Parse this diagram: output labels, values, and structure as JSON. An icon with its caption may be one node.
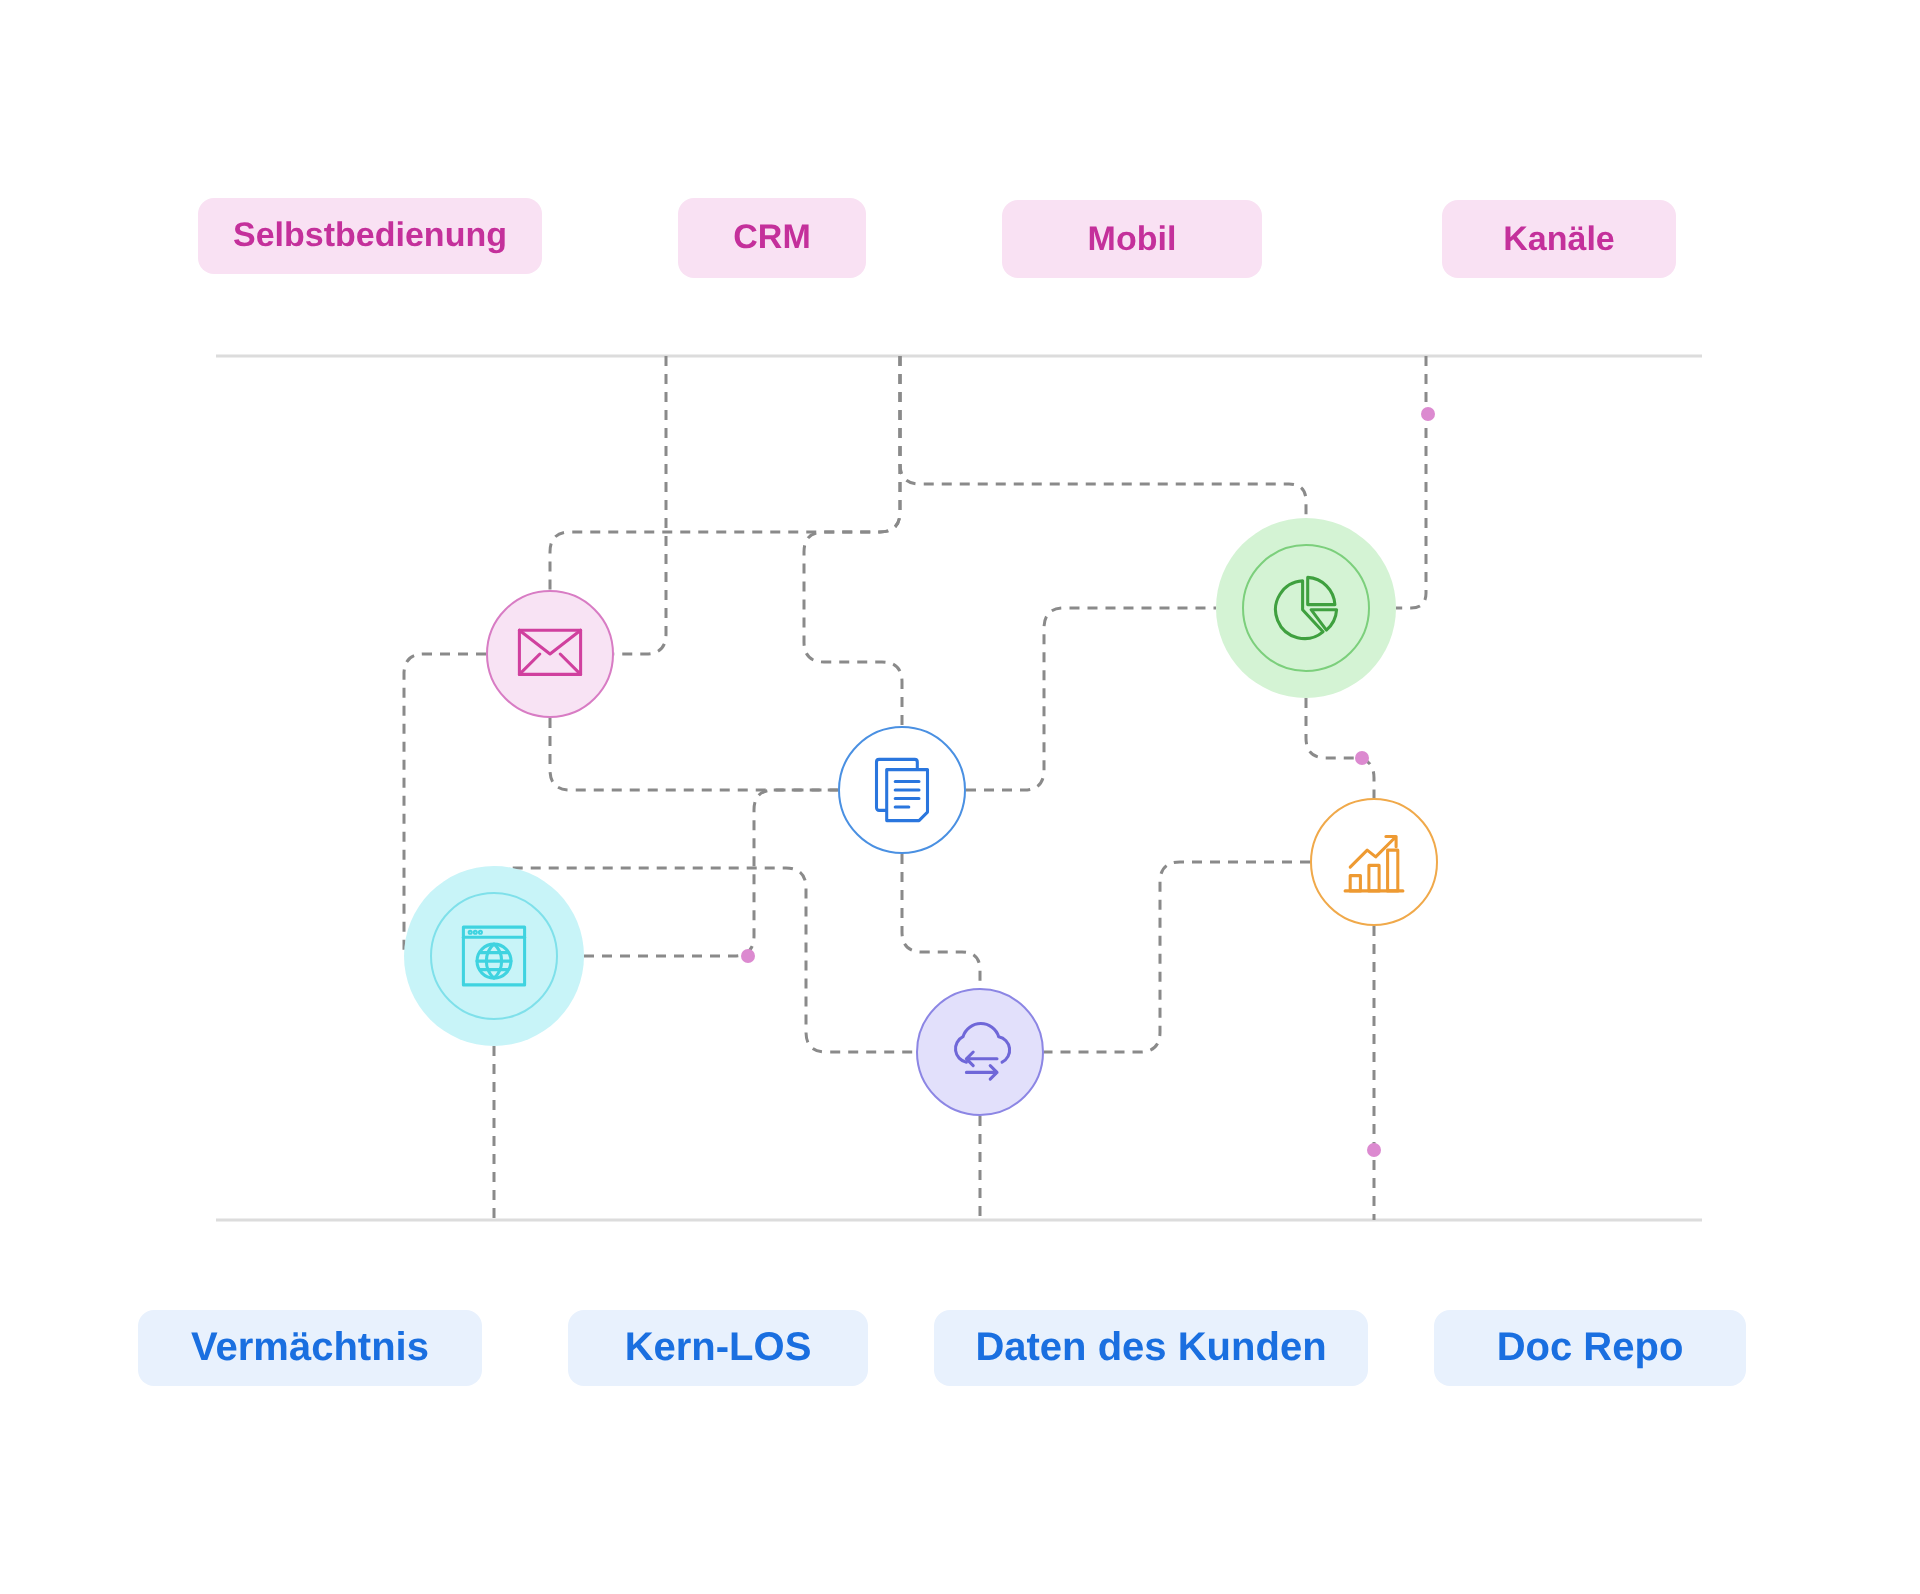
{
  "diagram": {
    "nodes": [
      {
        "text": [
          "Selbstbedienung"
        ]
      },
      {
        "text": [
          "CRM"
        ]
      },
      {
        "text": [
          "Mobil"
        ]
      },
      {
        "text": [
          "Kanäle"
        ]
      },
      {
        "text": [],
        "shape": "circle"
      },
      {
        "text": [],
        "shape": "circle"
      },
      {
        "text": [],
        "shape": "circle"
      },
      {
        "text": [],
        "shape": "circle"
      },
      {
        "text": [],
        "shape": "circle"
      },
      {
        "text": [],
        "shape": "circle"
      },
      {
        "text": [
          "Vermächtnis"
        ]
      },
      {
        "text": [
          "Kern-LOS"
        ]
      },
      {
        "text": [
          "Daten des Kunden"
        ]
      },
      {
        "text": [
          "Doc Repo"
        ]
      }
    ],
    "edges": [
      {
        "from": null,
        "to": 4,
        "arrow": "none"
      },
      {
        "from": null,
        "to": 4,
        "arrow": "none"
      },
      {
        "from": null,
        "to": 6,
        "arrow": "none"
      },
      {
        "from": null,
        "to": 5,
        "arrow": "none"
      },
      {
        "from": 4,
        "to": 8,
        "arrow": "none"
      },
      {
        "from": 4,
        "to": 6,
        "arrow": "none"
      },
      {
        "from": 8,
        "to": 6,
        "arrow": "none"
      },
      {
        "from": 8,
        "to": 9,
        "arrow": "none"
      },
      {
        "from": 6,
        "to": 9,
        "arrow": "none"
      },
      {
        "from": 6,
        "to": 5,
        "arrow": "none"
      },
      {
        "from": null,
        "to": 5,
        "arrow": "none"
      },
      {
        "from": 5,
        "to": 7,
        "arrow": "none"
      },
      {
        "from": 7,
        "to": 9,
        "arrow": "none"
      },
      {
        "from": 7,
        "to": null,
        "arrow": "none"
      },
      {
        "from": 9,
        "to": null,
        "arrow": "none"
      },
      {
        "from": 8,
        "to": null,
        "arrow": "none"
      }
    ]
  }
}
